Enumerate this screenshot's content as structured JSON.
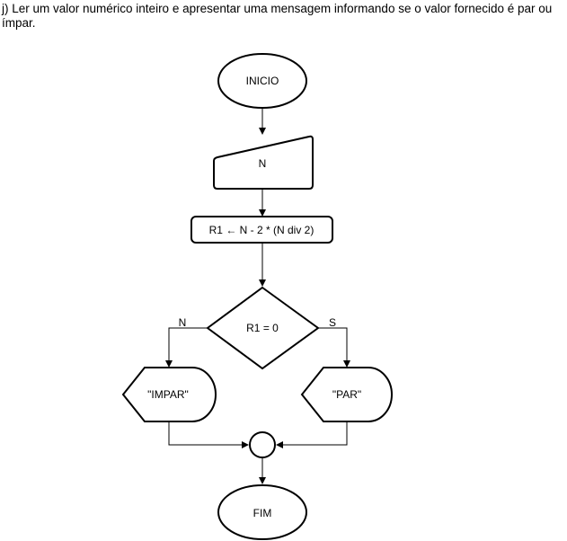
{
  "title": "j) Ler um valor numérico inteiro e apresentar uma mensagem informando se o valor fornecido é par ou ímpar.",
  "flowchart": {
    "start": "INICIO",
    "input": "N",
    "process": "R1 ← N - 2 * (N div 2)",
    "decision": "R1 = 0",
    "branch_no": "N",
    "branch_yes": "S",
    "output_no": "\"IMPAR\"",
    "output_yes": "\"PAR\"",
    "end": "FIM"
  }
}
